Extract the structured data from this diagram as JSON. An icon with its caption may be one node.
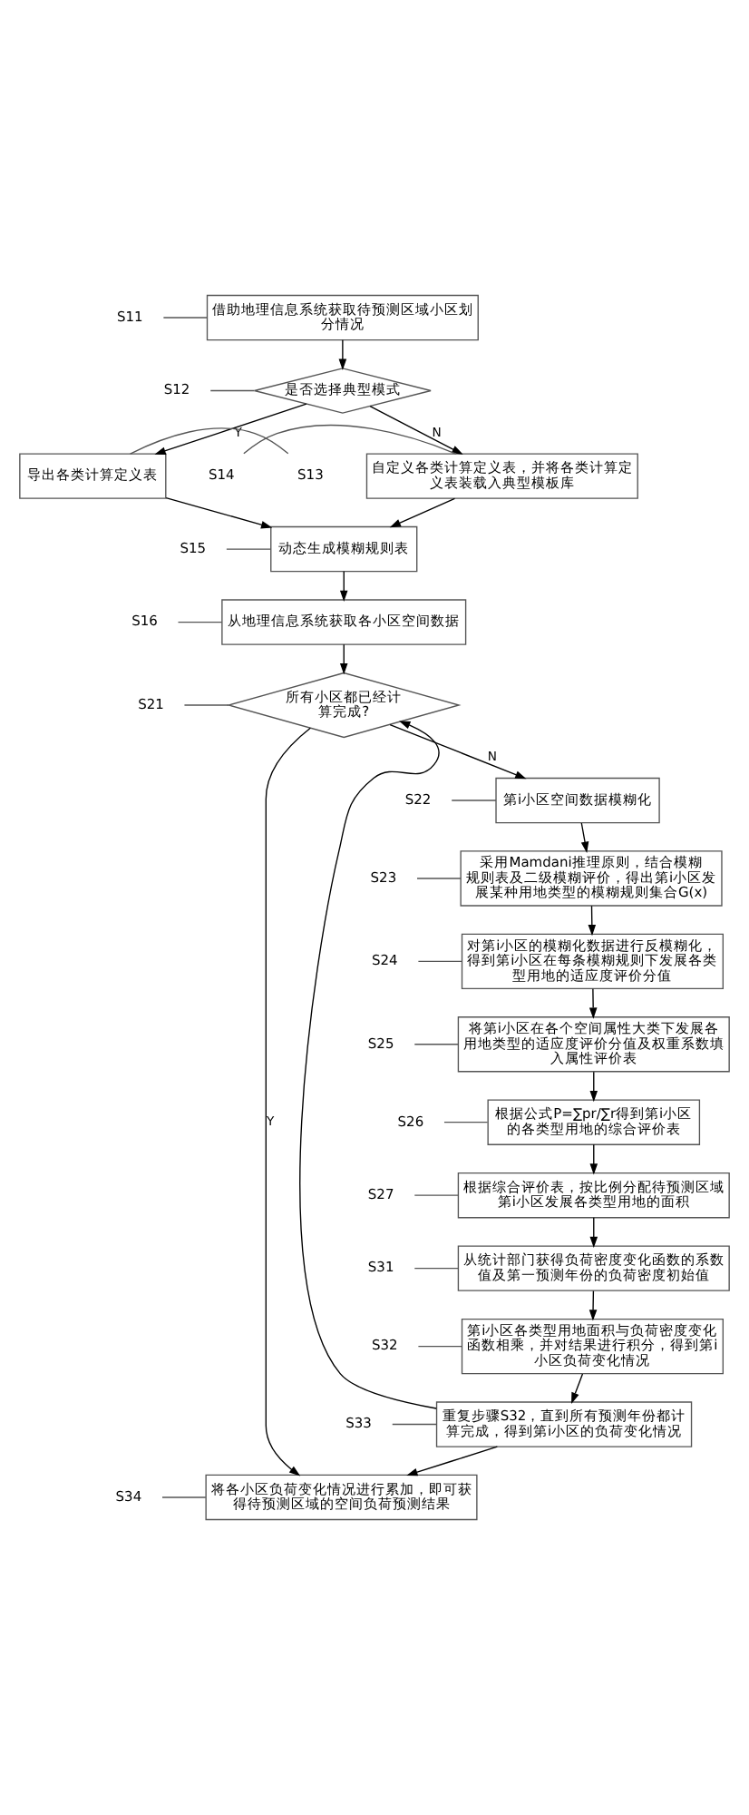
{
  "diagram": {
    "nodes": [
      {
        "text": [
          "S11"
        ]
      },
      {
        "text": [
          "借助地理信息系统获取待预测区域小区划分情况"
        ]
      },
      {
        "text": [
          "S12"
        ]
      },
      {
        "text": [
          "是否选择典型模式"
        ]
      },
      {
        "text": [
          "S13"
        ]
      },
      {
        "text": [
          "S14"
        ]
      },
      {
        "text": [
          "导出各类计算定义表"
        ]
      },
      {
        "text": [
          "自定义各类计算定义表，并将各类计算定义表装载入典型模板库"
        ]
      },
      {
        "text": [
          "S15"
        ]
      },
      {
        "text": [
          "动态生成模糊规则表"
        ]
      },
      {
        "text": [
          "S16"
        ]
      },
      {
        "text": [
          "从地理信息系统获取各小区空间数据"
        ]
      },
      {
        "text": [
          "S21"
        ]
      },
      {
        "text": [
          "所有小区都已经计算完成?"
        ]
      },
      {
        "text": [
          "S22"
        ]
      },
      {
        "text": [
          "第i小区空间数据模糊化"
        ]
      },
      {
        "text": [
          "S23"
        ]
      },
      {
        "text": [
          "采用Mamdani推理原则，结合模糊规则表及二级模糊评价，得出第i小区发展某种用地类型的模糊规则集合G(x)"
        ]
      },
      {
        "text": [
          "S24"
        ]
      },
      {
        "text": [
          "对第i小区的模糊化数据进行反模糊化，得到第i小区在每条模糊规则下发展各类型用地的适应度评价分值"
        ]
      },
      {
        "text": [
          "S25"
        ]
      },
      {
        "text": [
          "将第i小区在各个空间属性大类下发展各用地类型的适应度评价分值及权重系数填入属性评价表"
        ]
      },
      {
        "text": [
          "S26"
        ]
      },
      {
        "text": [
          "根据公式P=∑pr/∑r得到第i小区的各类型用地的综合评价表"
        ]
      },
      {
        "text": [
          "S27"
        ]
      },
      {
        "text": [
          "根据综合评价表，按比例分配待预测区域第i小区发展各类型用地的面积"
        ]
      },
      {
        "text": [
          "S31"
        ]
      },
      {
        "text": [
          "从统计部门获得负荷密度变化函数的系数值及第一预测年份的负荷密度初始值"
        ]
      },
      {
        "text": [
          "S32"
        ]
      },
      {
        "text": [
          "第i小区各类型用地面积与负荷密度变化函数相乘，并对结果进行积分，得到第i小区负荷变化情况"
        ]
      },
      {
        "text": [
          "S33"
        ]
      },
      {
        "text": [
          "重复步骤S32，直到所有预测年份都计算完成，得到第i小区的负荷变化情况"
        ]
      },
      {
        "text": [
          "S34"
        ]
      },
      {
        "text": [
          "将各小区负荷变化情况进行累加，即可获得待预测区域的空间负荷预测结果"
        ]
      }
    ],
    "edges": [
      {
        "from": 1,
        "to": 3,
        "arrow": "to"
      },
      {
        "from": 3,
        "to": 6,
        "label": "Y",
        "arrow": "to"
      },
      {
        "from": 3,
        "to": 7,
        "label": "N",
        "arrow": "to"
      },
      {
        "from": 6,
        "to": 9,
        "arrow": "to"
      },
      {
        "from": 7,
        "to": 9,
        "arrow": "to"
      },
      {
        "from": 9,
        "to": 11,
        "arrow": "to"
      },
      {
        "from": 11,
        "to": 13,
        "arrow": "to"
      },
      {
        "from": 13,
        "to": 15,
        "label": "N",
        "arrow": "to"
      },
      {
        "from": 15,
        "to": 17,
        "arrow": "to"
      },
      {
        "from": 17,
        "to": 19,
        "arrow": "to"
      },
      {
        "from": 19,
        "to": 21,
        "arrow": "to"
      },
      {
        "from": 21,
        "to": 23,
        "arrow": "to"
      },
      {
        "from": 23,
        "to": 25,
        "arrow": "to"
      },
      {
        "from": 25,
        "to": 27,
        "arrow": "to"
      },
      {
        "from": 27,
        "to": 29,
        "arrow": "to"
      },
      {
        "from": 29,
        "to": 31,
        "arrow": "to"
      },
      {
        "from": 31,
        "to": 13,
        "arrow": "to"
      },
      {
        "from": 13,
        "to": 33,
        "label": "Y",
        "arrow": "to"
      },
      {
        "from": 31,
        "to": 33,
        "arrow": "to"
      },
      {
        "from": 0,
        "to": 1,
        "arrow": "none"
      },
      {
        "from": 2,
        "to": 3,
        "arrow": "none"
      },
      {
        "from": 4,
        "to": 6,
        "arrow": "none"
      },
      {
        "from": 5,
        "to": 7,
        "arrow": "none"
      },
      {
        "from": 8,
        "to": 9,
        "arrow": "none"
      },
      {
        "from": 10,
        "to": 11,
        "arrow": "none"
      },
      {
        "from": 12,
        "to": 13,
        "arrow": "none"
      },
      {
        "from": 14,
        "to": 15,
        "arrow": "none"
      },
      {
        "from": 16,
        "to": 17,
        "arrow": "none"
      },
      {
        "from": 18,
        "to": 19,
        "arrow": "none"
      },
      {
        "from": 20,
        "to": 21,
        "arrow": "none"
      },
      {
        "from": 22,
        "to": 23,
        "arrow": "none"
      },
      {
        "from": 24,
        "to": 25,
        "arrow": "none"
      },
      {
        "from": 26,
        "to": 27,
        "arrow": "none"
      },
      {
        "from": 28,
        "to": 29,
        "arrow": "none"
      },
      {
        "from": 30,
        "to": 31,
        "arrow": "none"
      },
      {
        "from": 32,
        "to": 33,
        "arrow": "none"
      }
    ]
  }
}
